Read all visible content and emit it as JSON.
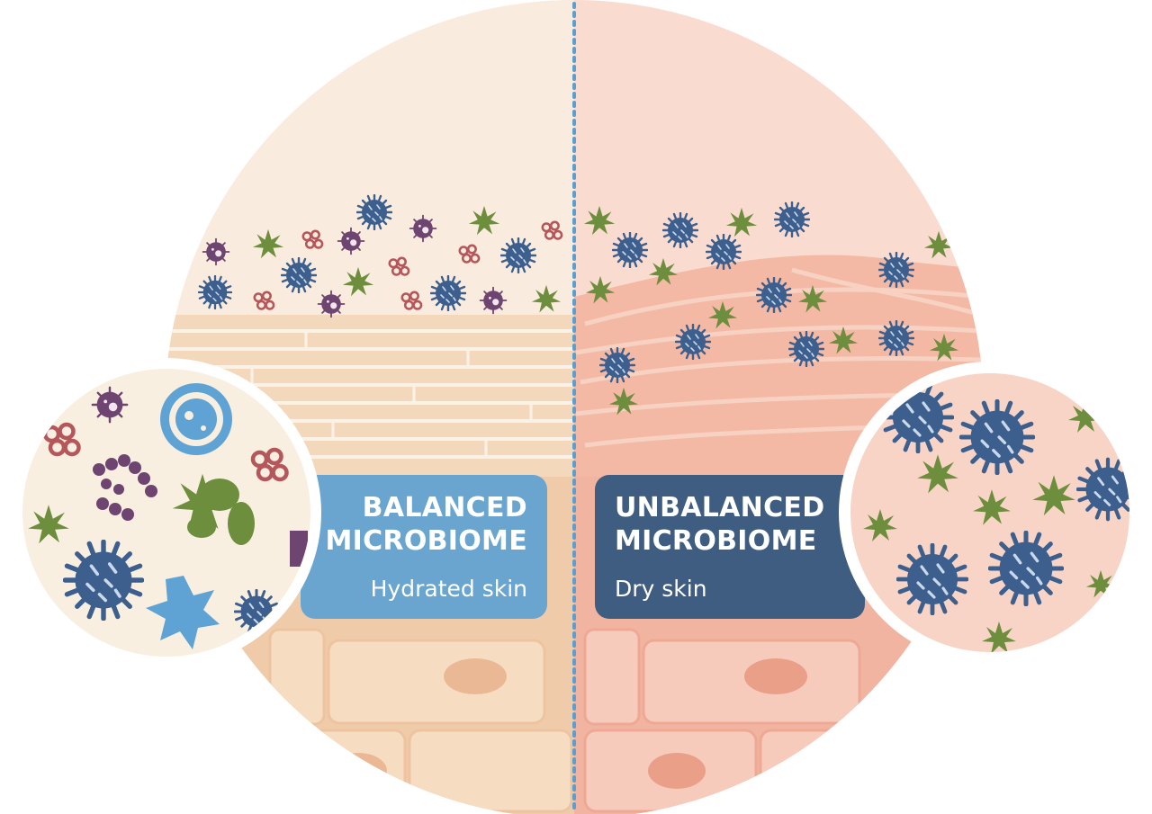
{
  "balanced": {
    "title_line1": "BALANCED",
    "title_line2": "MICROBIOME",
    "subtitle": "Hydrated skin"
  },
  "unbalanced": {
    "title_line1": "UNBALANCED",
    "title_line2": "MICROBIOME",
    "subtitle": "Dry skin"
  },
  "colors": {
    "balanced_panel": "#6aa5cf",
    "unbalanced_panel": "#3f5d80",
    "balanced_skin": "#f7e3cc",
    "unbalanced_skin": "#f6c6b4",
    "divider": "#5b9fd1",
    "bacteria_blue": "#3c5f8e",
    "bacteria_green": "#6d8e3c",
    "bacteria_purple": "#6e4470",
    "bacteria_red": "#b5565b"
  }
}
